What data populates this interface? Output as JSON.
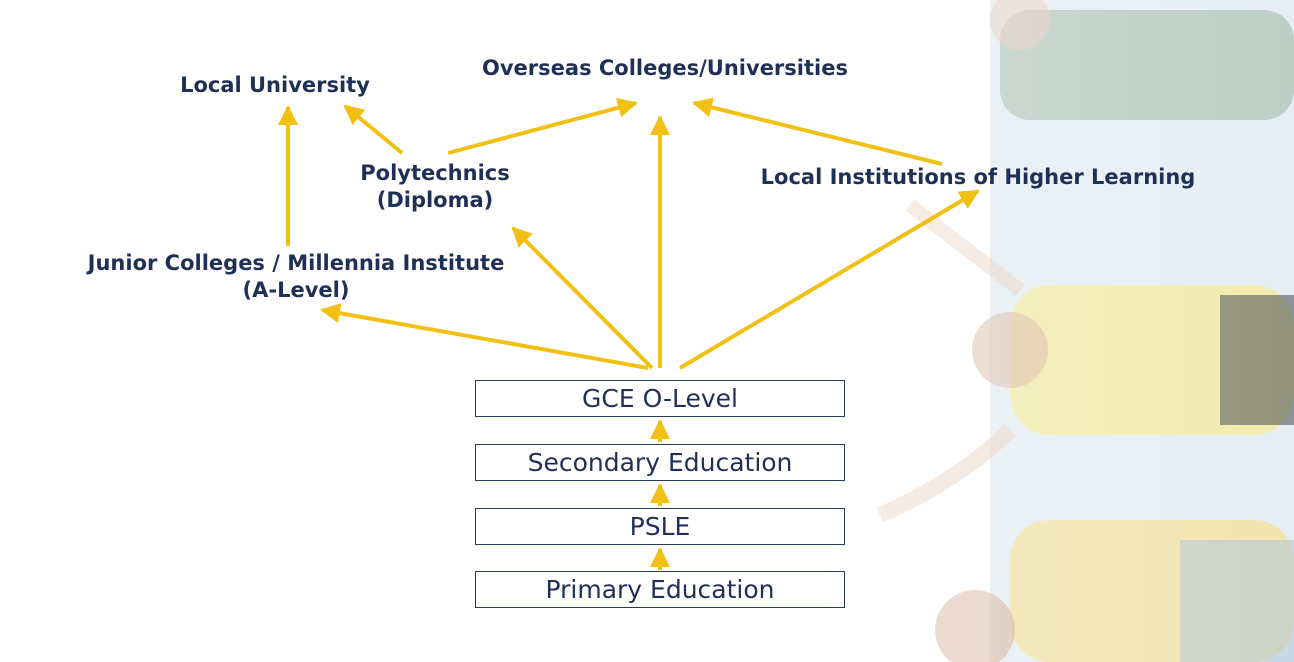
{
  "diagram": {
    "nodes": {
      "local_university": "Local University",
      "overseas": "Overseas Colleges/Universities",
      "polytechnics_line1": "Polytechnics",
      "polytechnics_line2": "(Diploma)",
      "local_institutions": "Local Institutions of Higher Learning",
      "junior_colleges_line1": "Junior Colleges / Millennia Institute",
      "junior_colleges_line2": "(A-Level)"
    },
    "boxes": {
      "gce_o_level": "GCE O-Level",
      "secondary": "Secondary Education",
      "psle": "PSLE",
      "primary": "Primary Education"
    }
  },
  "colors": {
    "arrow": "#f2c012",
    "text": "#1f3057",
    "box_border": "#2b3a5c"
  }
}
